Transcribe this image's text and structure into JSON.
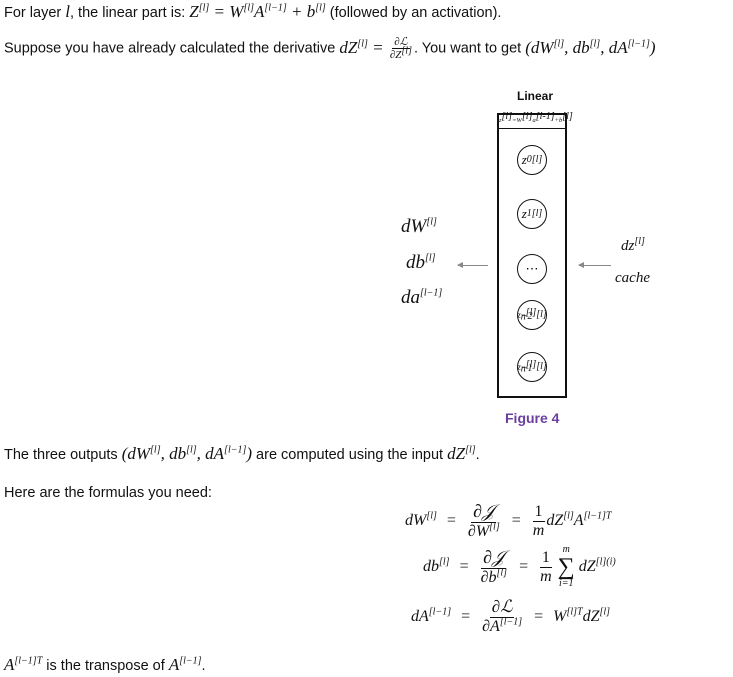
{
  "intro": {
    "line1_prefix": "For layer ",
    "line1_mid": ", the linear part is: ",
    "line1_suffix": " (followed by an activation).",
    "line2_prefix": "Suppose you have already calculated the derivative ",
    "line2_suffix": ". You want to get "
  },
  "figure": {
    "title": "Linear",
    "header_formula": "z[l] = W[l]a[l-1] + b[l]",
    "nodes": [
      "z0[l]",
      "z1[l]",
      "...",
      "z(n[l]-2)[l]",
      "z(n[l]-1)[l]"
    ],
    "left_outputs": [
      "dW[l]",
      "db[l]",
      "da[l-1]"
    ],
    "right_inputs": [
      "dz[l]",
      "cache"
    ],
    "caption": "Figure 4"
  },
  "body": {
    "outputs_prefix": "The three outputs ",
    "outputs_suffix": " are computed using the input ",
    "formulas_intro": "Here are the formulas you need:",
    "transpose_suffix": " is the transpose of "
  },
  "formulas": [
    {
      "lhs": "dW[l]",
      "partial": "∂J/∂W[l]",
      "rhs": "(1/m) dZ[l] A[l-1]T"
    },
    {
      "lhs": "db[l]",
      "partial": "∂J/∂b[l]",
      "rhs": "(1/m) Σ i=1..m dZ[l](i)"
    },
    {
      "lhs": "dA[l-1]",
      "partial": "∂L/∂A[l-1]",
      "rhs": "W[l]T dZ[l]"
    }
  ],
  "colors": {
    "caption": "#6a3fa0",
    "arrow": "#888888"
  }
}
